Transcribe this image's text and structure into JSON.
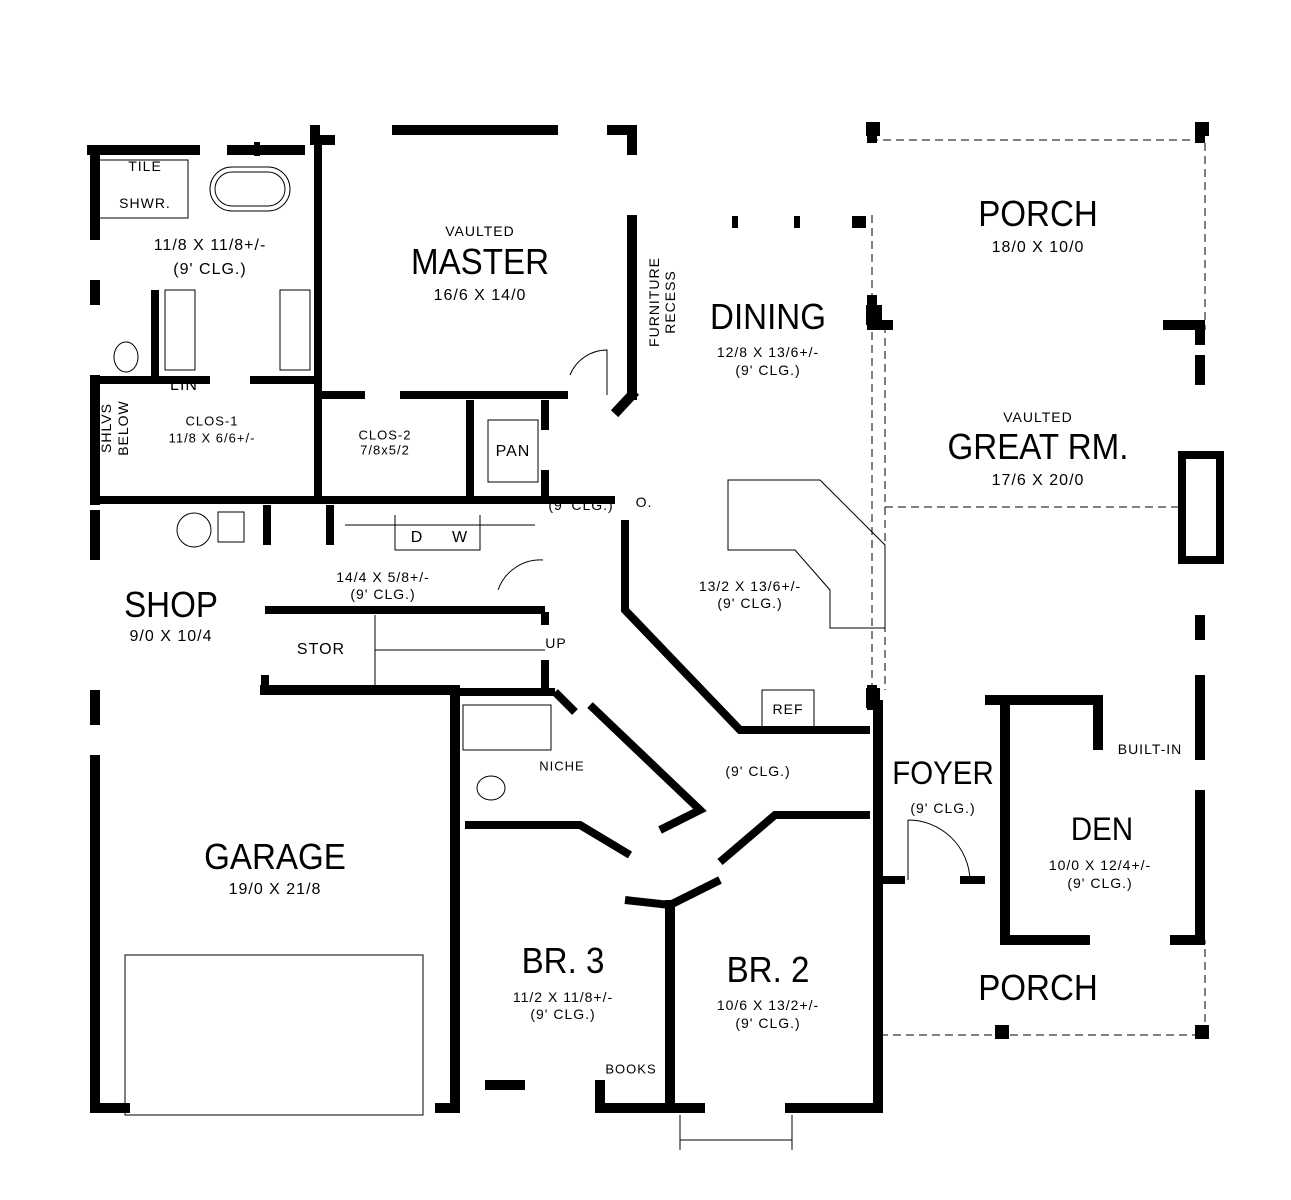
{
  "rooms": {
    "master_bath": {
      "tile": "TILE",
      "shower": "SHWR.",
      "dims": "11/8 X 11/8+/-",
      "ceiling": "(9' CLG.)"
    },
    "master": {
      "note": "VAULTED",
      "name": "MASTER",
      "dims": "16/6 X 14/0"
    },
    "furniture_recess": "FURNITURE RECESS",
    "dining": {
      "name": "DINING",
      "dims": "12/8 X 13/6+/-",
      "ceiling": "(9' CLG.)"
    },
    "porch_rear": {
      "name": "PORCH",
      "dims": "18/0 X 10/0"
    },
    "great_room": {
      "note": "VAULTED",
      "name": "GREAT RM.",
      "dims": "17/6 X 20/0"
    },
    "linen": "LIN",
    "shelves": "SHLVS BELOW",
    "closet_1": {
      "name": "CLOS-1",
      "dims": "11/8 X 6/6+/-"
    },
    "closet_2": {
      "name": "CLOS-2",
      "dims": "7/8x5/2"
    },
    "pantry": "PAN",
    "pantry_hall_ceiling": "(9' CLG.)",
    "oven": "O.",
    "dryer": "D",
    "washer": "W",
    "utility": {
      "dims": "14/4 X 5/8+/-",
      "ceiling": "(9' CLG.)"
    },
    "kitchen": {
      "dims": "13/2 X 13/6+/-",
      "ceiling": "(9' CLG.)"
    },
    "shop": {
      "name": "SHOP",
      "dims": "9/0 X 10/4"
    },
    "storage": "STOR",
    "stairs_up": "UP",
    "refrigerator": "REF",
    "niche": "NICHE",
    "hall_ceiling": "(9' CLG.)",
    "foyer": {
      "name": "FOYER",
      "ceiling": "(9' CLG.)"
    },
    "built_in": "BUILT-IN",
    "den": {
      "name": "DEN",
      "dims": "10/0 X 12/4+/-",
      "ceiling": "(9' CLG.)"
    },
    "garage": {
      "name": "GARAGE",
      "dims": "19/0 X 21/8"
    },
    "bedroom_3": {
      "name": "BR. 3",
      "dims": "11/2 X 11/8+/-",
      "ceiling": "(9' CLG.)"
    },
    "bedroom_2": {
      "name": "BR. 2",
      "dims": "10/6 X 13/2+/-",
      "ceiling": "(9' CLG.)"
    },
    "porch_front": {
      "name": "PORCH"
    },
    "books": "BOOKS"
  }
}
